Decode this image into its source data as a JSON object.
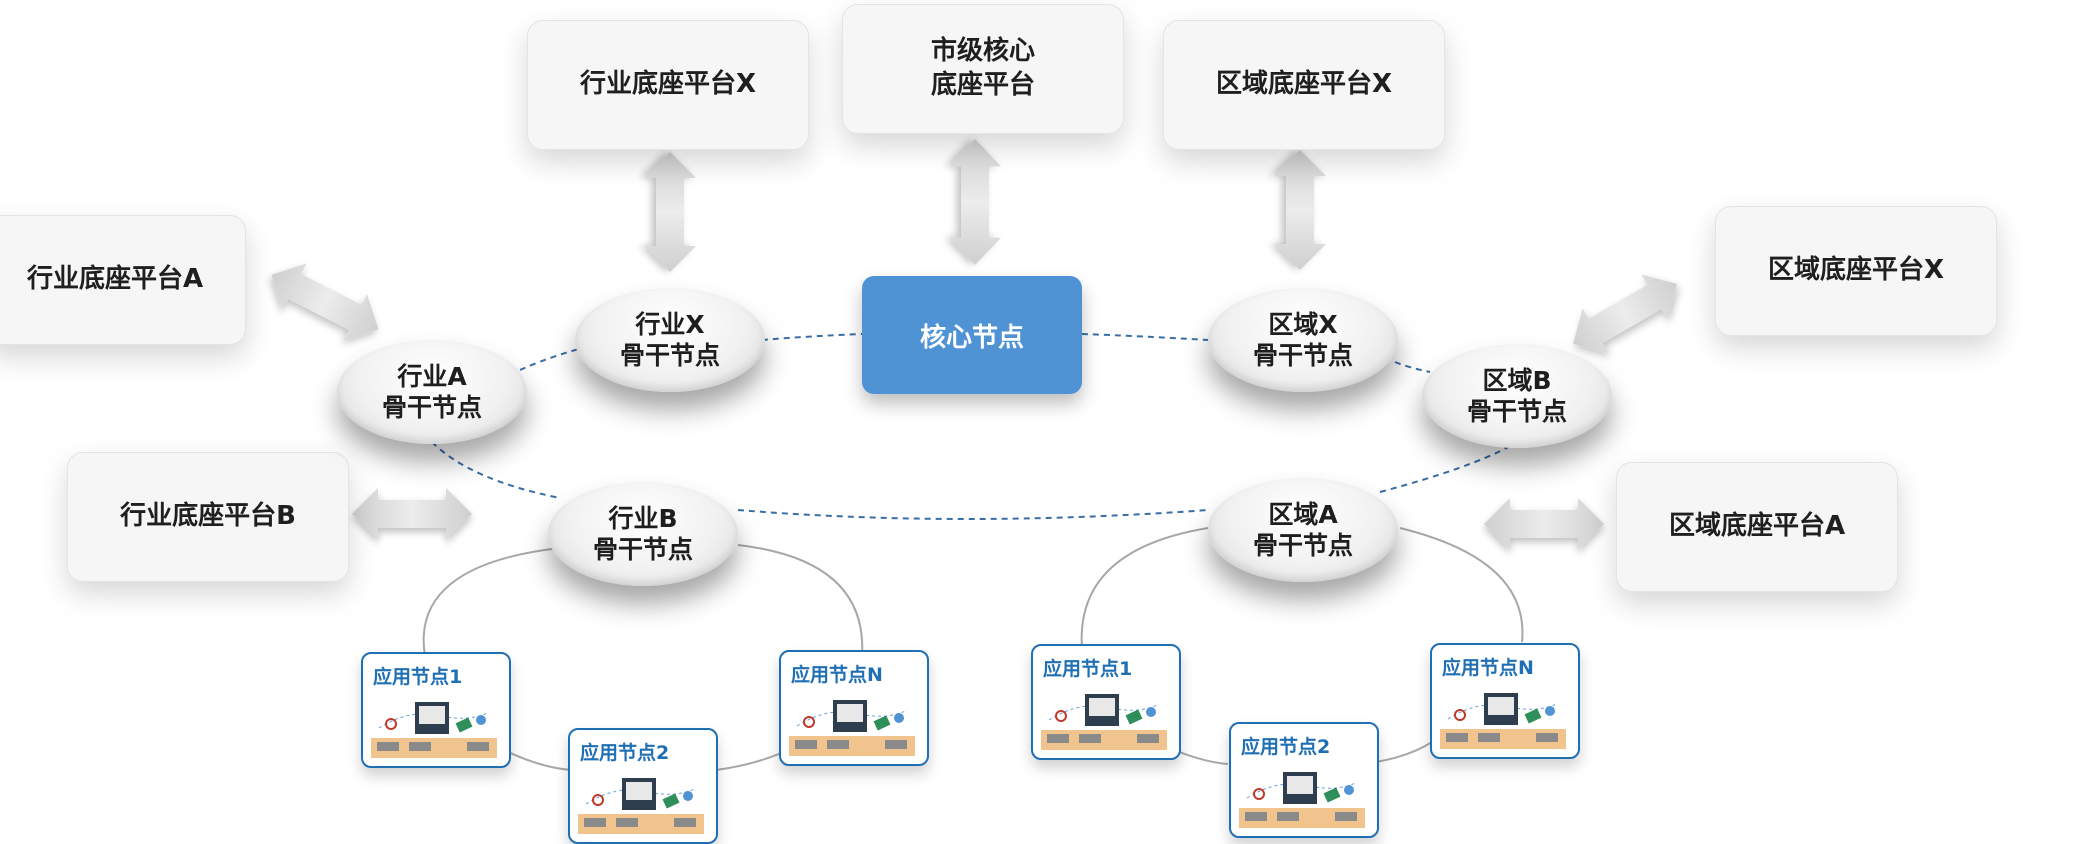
{
  "core_node": {
    "label": "核心节点"
  },
  "backbone_nodes": {
    "industry_a": {
      "line1": "行业A",
      "line2": "骨干节点"
    },
    "industry_x": {
      "line1": "行业X",
      "line2": "骨干节点"
    },
    "industry_b": {
      "line1": "行业B",
      "line2": "骨干节点"
    },
    "region_x": {
      "line1": "区域X",
      "line2": "骨干节点"
    },
    "region_b": {
      "line1": "区域B",
      "line2": "骨干节点"
    },
    "region_a": {
      "line1": "区域A",
      "line2": "骨干节点"
    }
  },
  "platforms": {
    "industry_x_top": "行业底座平台X",
    "city_core": {
      "line1": "市级核心",
      "line2": "底座平台"
    },
    "region_x_top": "区域底座平台X",
    "industry_a": "行业底座平台A",
    "industry_b": "行业底座平台B",
    "region_x_right": "区域底座平台X",
    "region_a": "区域底座平台A"
  },
  "app_nodes": {
    "left_1": "应用节点1",
    "left_2": "应用节点2",
    "left_n": "应用节点N",
    "right_1": "应用节点1",
    "right_2": "应用节点2",
    "right_n": "应用节点N"
  },
  "colors": {
    "core": "#4f93d5",
    "app_border": "#1f6fb4",
    "dashed_ring": "#3a6ea5",
    "arrow": "#d9d9d9"
  }
}
